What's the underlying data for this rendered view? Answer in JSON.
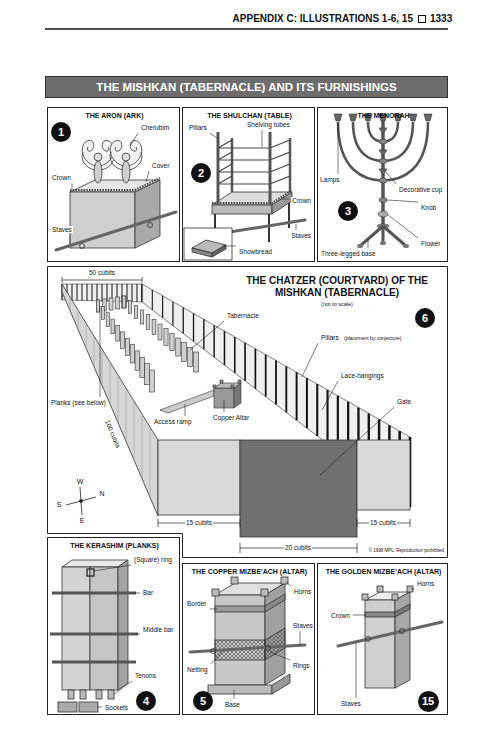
{
  "diagram": {
    "title": "THE MISHKAN (TABERNACLE) AND ITS FURNISHINGS",
    "nodes": [
      {
        "text": [
          "THE ARON (ARK)"
        ]
      },
      {
        "text": [
          "1"
        ],
        "in": 0
      },
      {
        "text": [
          "THE SHULCHAN (TABLE)"
        ]
      },
      {
        "text": [
          "2"
        ],
        "in": 2
      },
      {
        "text": [
          "THE MENORAH"
        ]
      },
      {
        "text": [
          "3"
        ],
        "in": 4
      },
      {
        "text": [
          "THE CHATZER (COURTYARD) OF THE MISHKAN (TABERNACLE)"
        ]
      },
      {
        "text": [
          "6"
        ],
        "in": 6
      },
      {
        "text": [
          "THE KERASHIM (PLANKS)"
        ]
      },
      {
        "text": [
          "4"
        ],
        "in": 8
      },
      {
        "text": [
          "THE COPPER MIZBE'ACH (ALTAR)"
        ]
      },
      {
        "text": [
          "5"
        ],
        "in": 10
      },
      {
        "text": [
          "THE GOLDEN MIZBE'ACH (ALTAR)"
        ]
      },
      {
        "text": [
          "15"
        ],
        "in": 12
      }
    ],
    "labels": [
      "APPENDIX C: ILLUSTRATIONS 1-6, 15",
      "1333",
      "Cherubim",
      "Crown",
      "Cover",
      "Staves",
      "Pillars",
      "Shelving tubes",
      "Crown",
      "Staves",
      "Showbread",
      "Lamps",
      "Decorative cup",
      "Knob",
      "Three-legged base",
      "Flower",
      "(not to scale)",
      "50 cubits",
      "Tabernacle",
      "Planks (see below)",
      "Pillars",
      "(placement by conjecture)",
      "Lace-hangings",
      "Gate",
      "100 cubits",
      "Access ramp",
      "Copper Altar",
      "W",
      "S",
      "N",
      "E",
      "15 cubits",
      "20 cubits",
      "15 cubits",
      "© 1998 MPL. Reproduction prohibited",
      "(Square) ring",
      "Bar",
      "Middle bar",
      "Tenons",
      "Sockets",
      "Border",
      "Horns",
      "Staves",
      "Netting",
      "Base",
      "Rings",
      "Horns",
      "Crown",
      "Staves"
    ]
  }
}
